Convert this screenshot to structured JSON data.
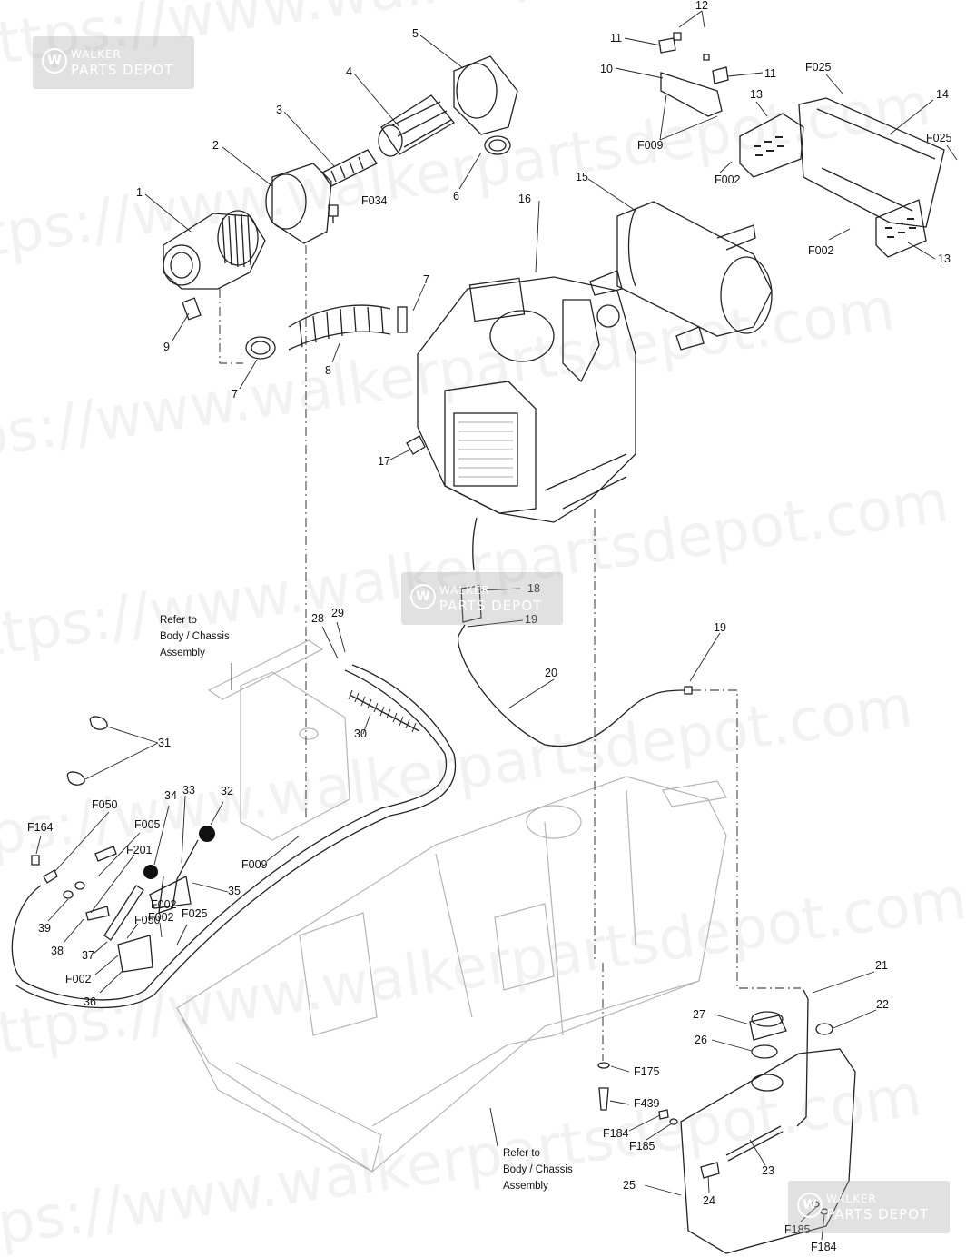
{
  "watermark": {
    "url_text": "https://www.walkerpartsdepot.com",
    "logo_top": "WALKER",
    "logo_bottom": "PARTS DEPOT"
  },
  "notes": {
    "refer_top": [
      "Refer to",
      "Body / Chassis",
      "Assembly"
    ],
    "refer_bottom": [
      "Refer to",
      "Body / Chassis",
      "Assembly"
    ]
  },
  "callouts": [
    "1",
    "2",
    "3",
    "4",
    "5",
    "6",
    "7",
    "7",
    "8",
    "9",
    "10",
    "11",
    "11",
    "12",
    "13",
    "13",
    "14",
    "15",
    "16",
    "17",
    "18",
    "19",
    "19",
    "20",
    "21",
    "22",
    "23",
    "24",
    "25",
    "26",
    "27",
    "28",
    "29",
    "30",
    "31",
    "32",
    "33",
    "34",
    "35",
    "36",
    "37",
    "38",
    "39",
    "F002",
    "F002",
    "F002",
    "F002",
    "F002",
    "F005",
    "F009",
    "F009",
    "F025",
    "F025",
    "F025",
    "F034",
    "F050",
    "F050",
    "F164",
    "F175",
    "F184",
    "F184",
    "F185",
    "F185",
    "F201",
    "F439"
  ]
}
